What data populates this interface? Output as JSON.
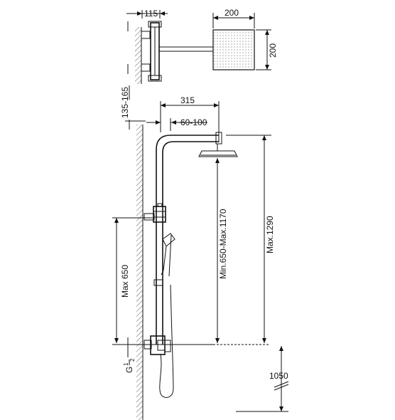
{
  "top_view": {
    "depth_label": "115",
    "head_width_label": "200",
    "head_depth_label": "200"
  },
  "front_view": {
    "spacing_label": "135-165",
    "arm_reach_label": "315",
    "inlet_offset_label": "60-100",
    "head_height_range_label": "Min.650-Max.1170",
    "max_height_label": "Max.1290",
    "mixer_height_label": "Max 650",
    "connection_label": "G",
    "connection_fraction_num": "1",
    "connection_fraction_den": "2",
    "floor_height_label": "1050"
  }
}
